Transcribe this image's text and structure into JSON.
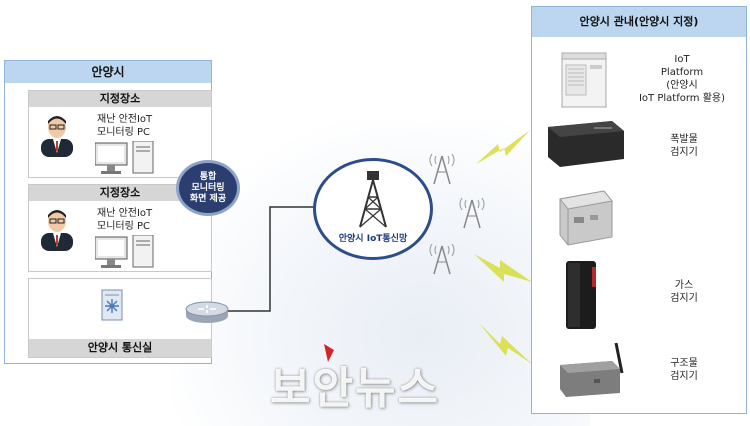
{
  "left_panel": {
    "title": "안양시",
    "zone1": {
      "title": "지정장소",
      "pc_line1": "재난 안전IoT",
      "pc_line2": "모니터링 PC"
    },
    "zone2": {
      "title": "지정장소",
      "pc_line1": "재난 안전IoT",
      "pc_line2": "모니터링 PC"
    },
    "zone3": {
      "title": "안양시 통신실"
    }
  },
  "badge": {
    "line1": "통합",
    "line2": "모니터링",
    "line3": "화면 제공"
  },
  "network": {
    "label": "안양시 IoT통신망"
  },
  "right_panel": {
    "title": "안양시 관내(안양시 지정)",
    "devices": [
      {
        "lines": [
          "IoT",
          "Platform",
          "(안양시",
          "IoT Platform 활용)"
        ]
      },
      {
        "lines": [
          "폭발물",
          "검지기"
        ]
      },
      {
        "lines": [
          "가스",
          "검지기"
        ]
      },
      {
        "lines": [
          "구조물",
          "검지기"
        ]
      }
    ]
  },
  "watermark": "보안뉴스",
  "colors": {
    "header_bg": "#bcd6ef",
    "badge_bg": "#2c3e70",
    "circle_border": "#2d4d8a",
    "lightning": "#d6dc3c"
  }
}
